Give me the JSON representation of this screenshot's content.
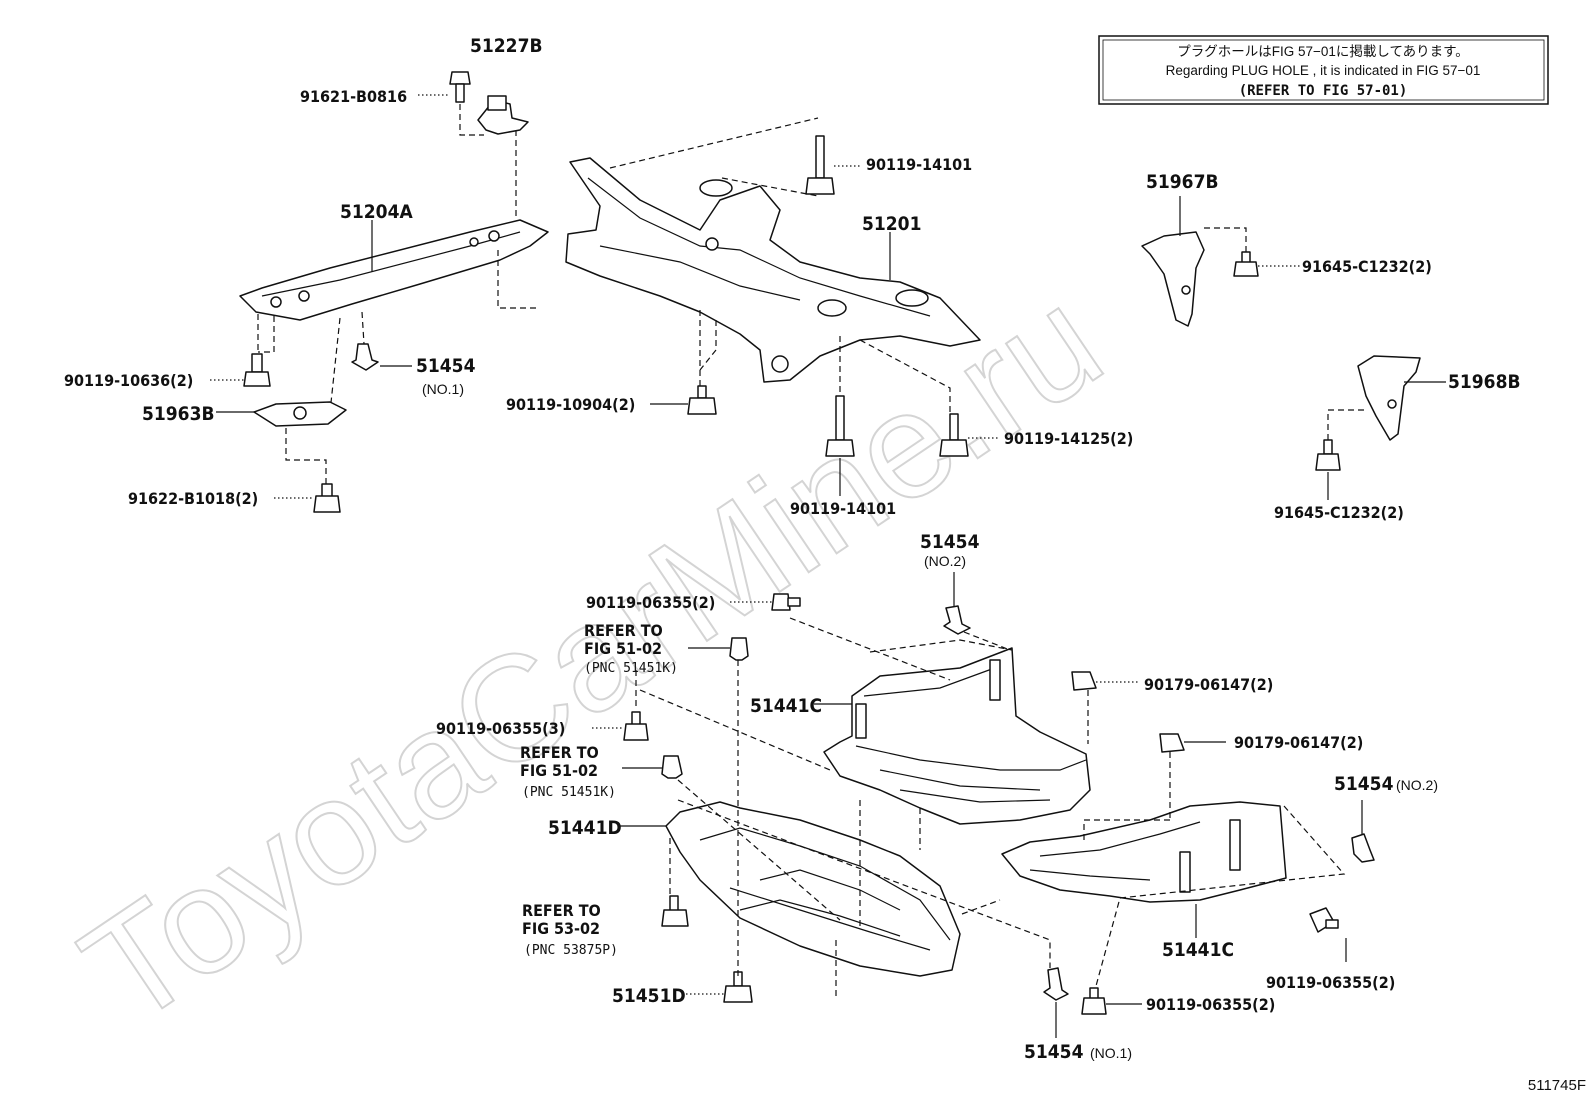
{
  "note": {
    "line1": "プラグホールはFIG 57−01に掲載してあります。",
    "line2": "Regarding  PLUG  HOLE , it is indicated in FIG  57−01",
    "line3": "(REFER TO FIG 57-01)"
  },
  "watermark": "ToyotaCarMine.ru",
  "figure_code": "511745F",
  "labels": {
    "p51227B": "51227B",
    "p91621": "91621-B0816",
    "p51204A": "51204A",
    "p51201": "51201",
    "p90119_14101_top": "90119-14101",
    "p90119_14101_bot": "90119-14101",
    "p51967B": "51967B",
    "p91645_top": "91645-C1232(2)",
    "p51968B": "51968B",
    "p91645_bot": "91645-C1232(2)",
    "p90119_10636": "90119-10636(2)",
    "p51454_no1_top": "51454",
    "no1_top": "(NO.1)",
    "p51963B": "51963B",
    "p91622": "91622-B1018(2)",
    "p90119_10904": "90119-10904(2)",
    "p90119_14125": "90119-14125(2)",
    "p51454_no2_mid": "51454",
    "no2_mid": "(NO.2)",
    "p90119_06355_a": "90119-06355(2)",
    "refer1_a": "REFER TO",
    "refer1_b": "FIG 51-02",
    "refer1_c": "(PNC 51451K)",
    "p51441C_left": "51441C",
    "p90179_a": "90179-06147(2)",
    "p90119_06355_b": "90119-06355(3)",
    "refer2_a": "REFER TO",
    "refer2_b": "FIG 51-02",
    "refer2_c": "(PNC 51451K)",
    "p90179_b": "90179-06147(2)",
    "p51454_no2_right": "51454",
    "no2_right": "(NO.2)",
    "p51441D": "51441D",
    "refer3_a": "REFER TO",
    "refer3_b": "FIG 53-02",
    "refer3_c": "(PNC 53875P)",
    "p51441C_right": "51441C",
    "p90119_06355_c": "90119-06355(2)",
    "p51451D": "51451D",
    "p90119_06355_d": "90119-06355(2)",
    "p51454_no1_bot": "51454",
    "no1_bot": "(NO.1)"
  }
}
